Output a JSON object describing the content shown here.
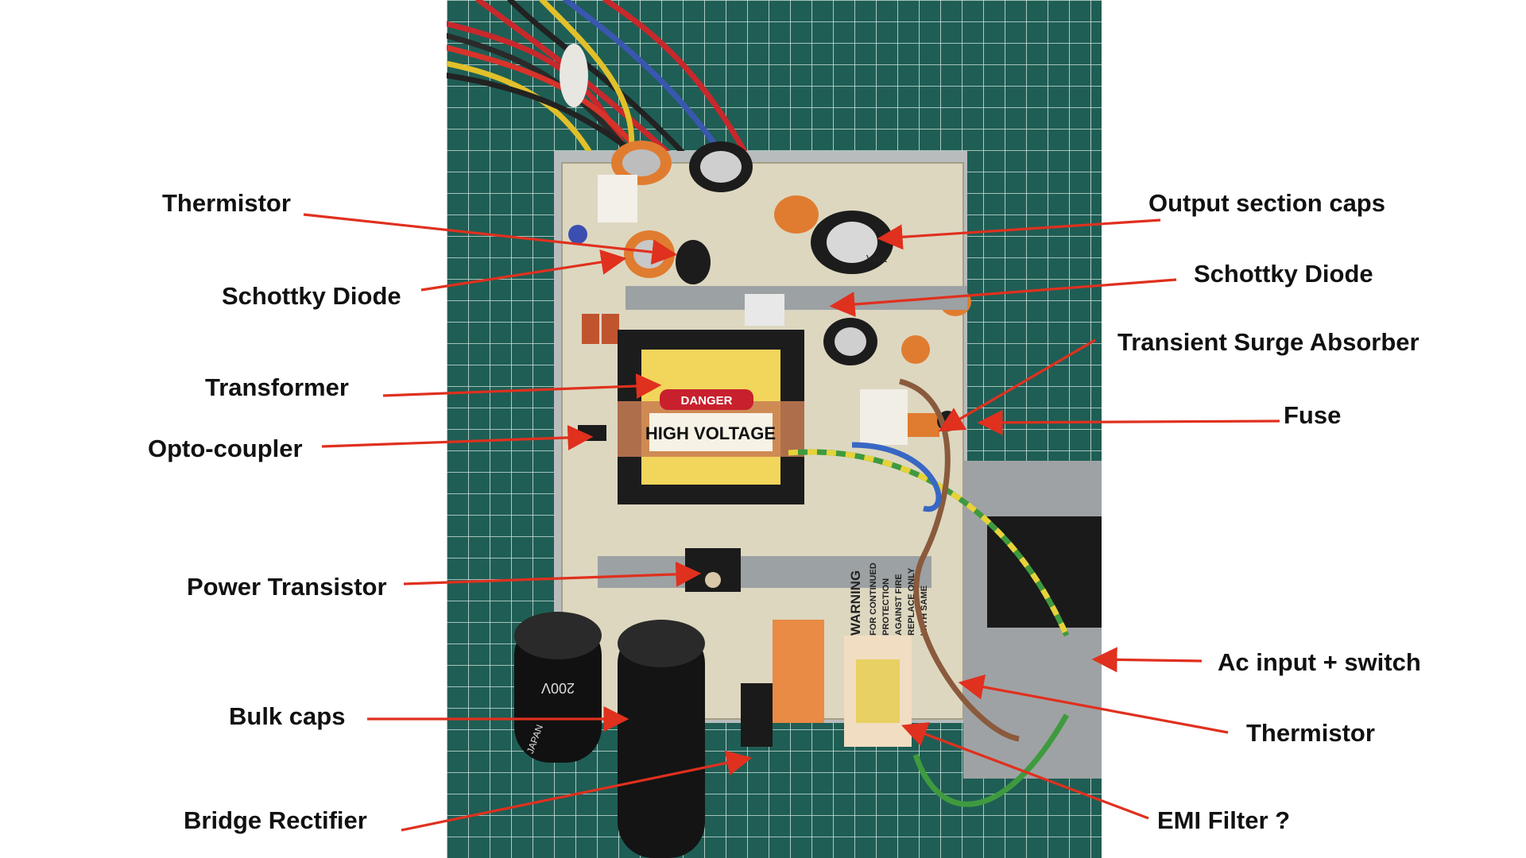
{
  "labels": {
    "thermistor_top": "Thermistor",
    "schottky_left": "Schottky Diode",
    "transformer": "Transformer",
    "opto_coupler": "Opto-coupler",
    "power_transistor": "Power Transistor",
    "bulk_caps": "Bulk caps",
    "bridge_rectifier": "Bridge Rectifier",
    "output_caps": "Output section caps",
    "schottky_right": "Schottky Diode",
    "surge_absorber": "Transient Surge Absorber",
    "fuse": "Fuse",
    "ac_input": "Ac input + switch",
    "thermistor_bottom": "Thermistor",
    "emi_filter": "EMI Filter ?"
  },
  "photo_text": {
    "danger": "DANGER",
    "high_voltage": "HIGH VOLTAGE",
    "warning": "WARNING",
    "warning_lines": [
      "FOR CONTINUED",
      "PROTECTION",
      "AGAINST FIRE",
      "REPLACE ONLY",
      "WITH SAME"
    ],
    "cap_200v": "200V",
    "japan": "JAPAN",
    "vent": "Vent"
  },
  "colors": {
    "arrow": "#e0301e",
    "mat": "#1f5e55",
    "grid_line": "#cfe3dc",
    "pcb": "#ddd7c0"
  }
}
